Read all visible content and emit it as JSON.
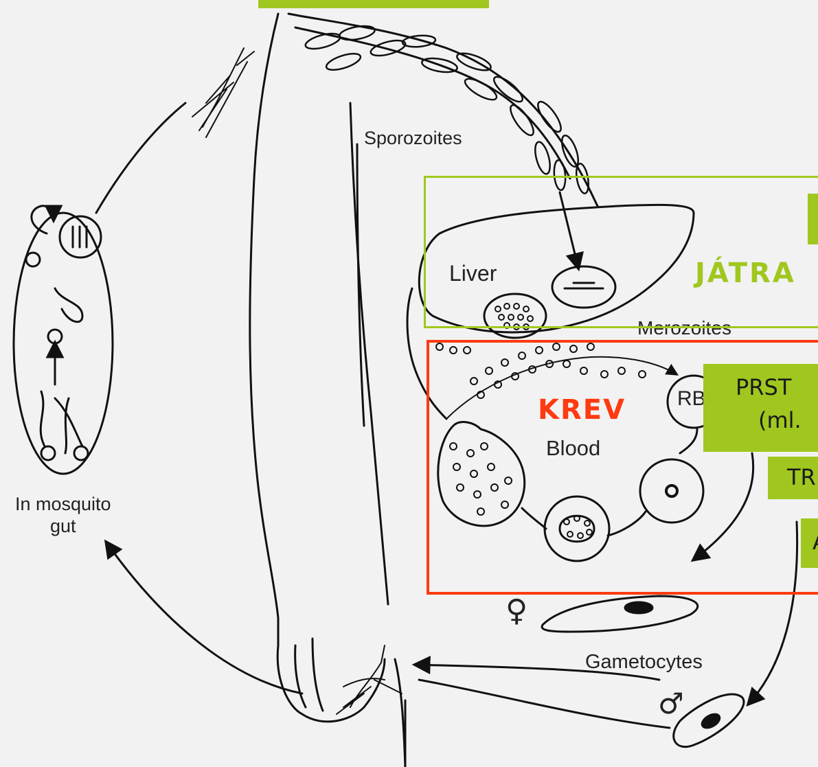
{
  "diagram": {
    "labels": {
      "sporozoites": "Sporozoites",
      "liver": "Liver",
      "merozoites": "Merozoites",
      "blood": "Blood",
      "rbc": "RBC",
      "gametocytes": "Gametocytes",
      "mosquito_gut": "In mosquito\ngut",
      "female_symbol": "♀",
      "male_symbol": "♂"
    },
    "overlays": {
      "liver_caption": "JÁTRA",
      "blood_caption": "KREV",
      "tag_a": "PRST",
      "tag_a_sub": "(ml.",
      "tag_b": "TR",
      "tag_c": "A",
      "top_tag": ""
    },
    "colors": {
      "background": "#f2f2f2",
      "ink": "#111111",
      "green_accent": "#9fc71f",
      "red_accent": "#ff3a10"
    }
  }
}
